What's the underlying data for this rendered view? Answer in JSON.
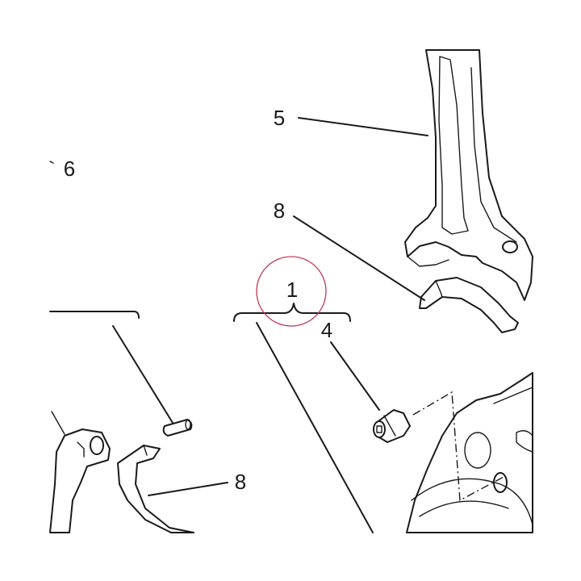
{
  "callouts": {
    "c1": "1",
    "c4": "4",
    "c5": "5",
    "c6": "6",
    "c8_top": "8",
    "c8_bottom": "8"
  },
  "colors": {
    "ink": "#1a1a1a",
    "highlight_circle": "#c0395a"
  }
}
